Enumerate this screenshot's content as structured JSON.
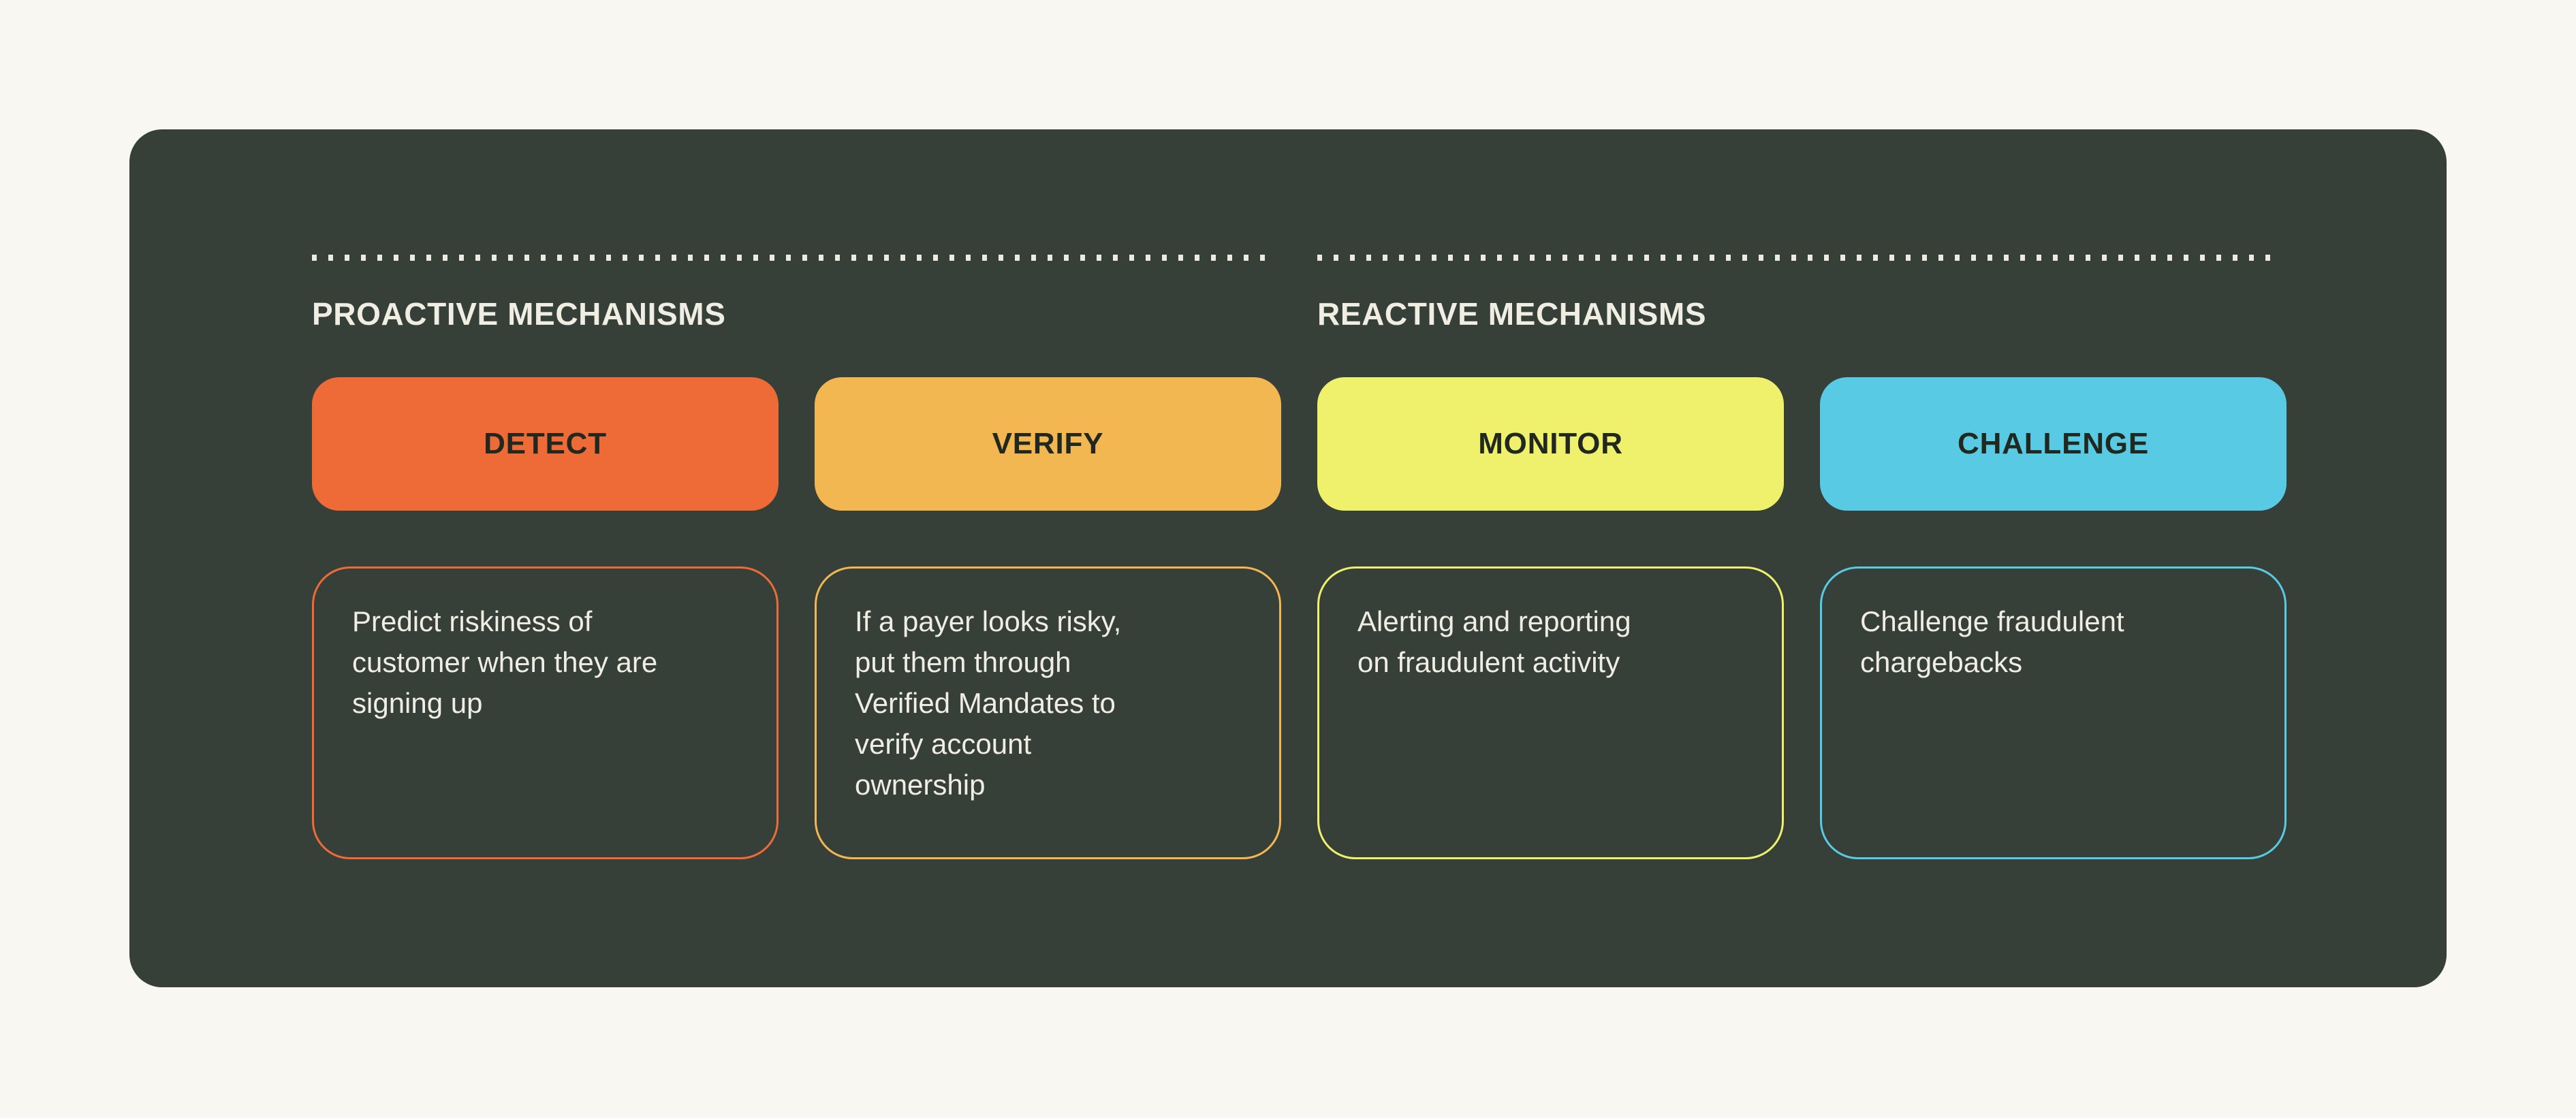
{
  "page": {
    "background_color": "#F9F7F2",
    "panel_background_color": "#364038",
    "text_color_light": "#F0EDE3",
    "card_title_color": "#21281F",
    "dotted_line_color": "#EDEAE0"
  },
  "sections": [
    {
      "label": "PROACTIVE MECHANISMS",
      "cards": [
        {
          "title": "DETECT",
          "color": "#EE6B37",
          "description": "Predict riskiness of\ncustomer when they are\nsigning up"
        },
        {
          "title": "VERIFY",
          "color": "#F2B750",
          "description": "If a payer looks risky,\nput them through\nVerified Mandates to\nverify account\nownership"
        }
      ]
    },
    {
      "label": "REACTIVE MECHANISMS",
      "cards": [
        {
          "title": "MONITOR",
          "color": "#EFF06C",
          "description": "Alerting and reporting\non fraudulent activity"
        },
        {
          "title": "CHALLENGE",
          "color": "#58CAE4",
          "description": "Challenge fraudulent\nchargebacks"
        }
      ]
    }
  ]
}
